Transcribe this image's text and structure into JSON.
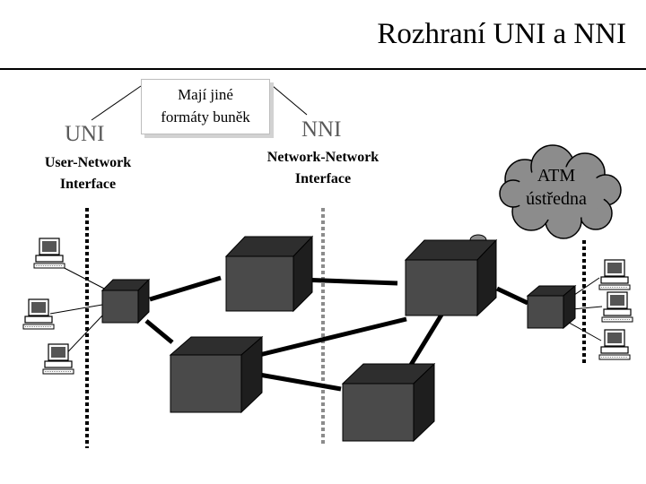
{
  "title": "Rozhraní UNI a NNI",
  "callout": {
    "line1": "Mají jiné",
    "line2": "formáty buněk"
  },
  "uni": {
    "abbr": "UNI",
    "line1": "User-Network",
    "line2": "Interface"
  },
  "nni": {
    "abbr": "NNI",
    "line1": "Network-Network",
    "line2": "Interface"
  },
  "atm_cloud": {
    "line1": "ATM",
    "line2": "ústředna"
  },
  "colors": {
    "switch_face": "#4a4a4a",
    "switch_top": "#2e2e2e",
    "switch_side": "#1e1e1e",
    "cloud": "#8c8c8c",
    "nni_line": "#8c8c8c"
  }
}
